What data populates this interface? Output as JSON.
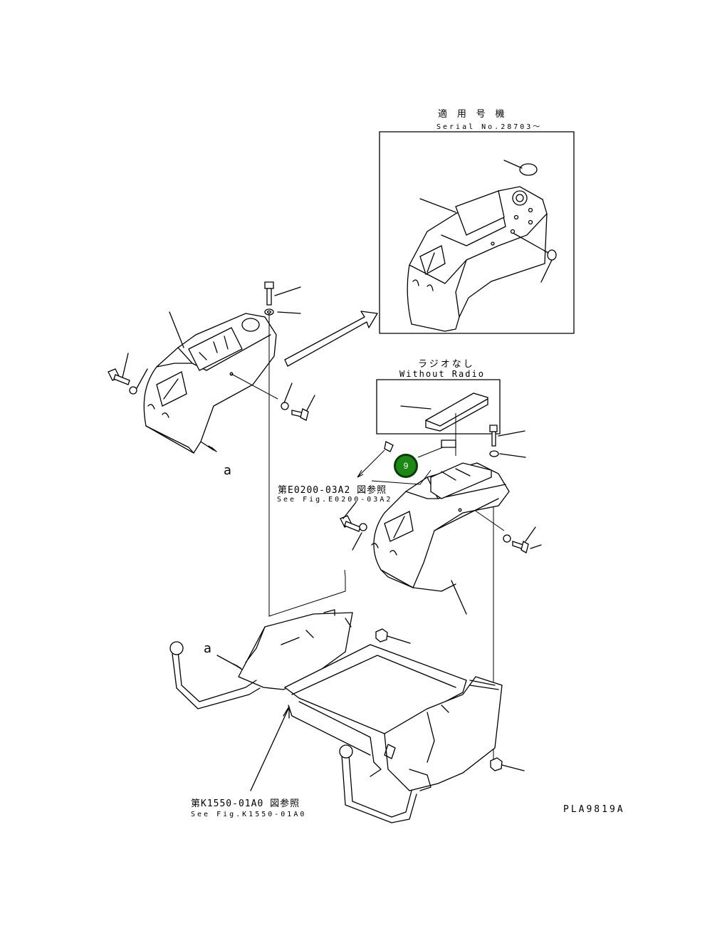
{
  "labels": {
    "serial_jp": "適 用 号 機",
    "serial_en": "Serial No.28703～",
    "radio_jp": "ラジオなし",
    "radio_en": "Without Radio",
    "see_e_jp": "第E0200-03A2 図参照",
    "see_e_en": "See Fig.E0200-03A2",
    "see_k_jp": "第K1550-01A0 図参照",
    "see_k_en": "See Fig.K1550-01A0",
    "view_a_1": "a",
    "view_a_2": "a",
    "drawing_code": "PLA9819A"
  },
  "callout": {
    "number": "9",
    "color": "#1a8a12"
  }
}
